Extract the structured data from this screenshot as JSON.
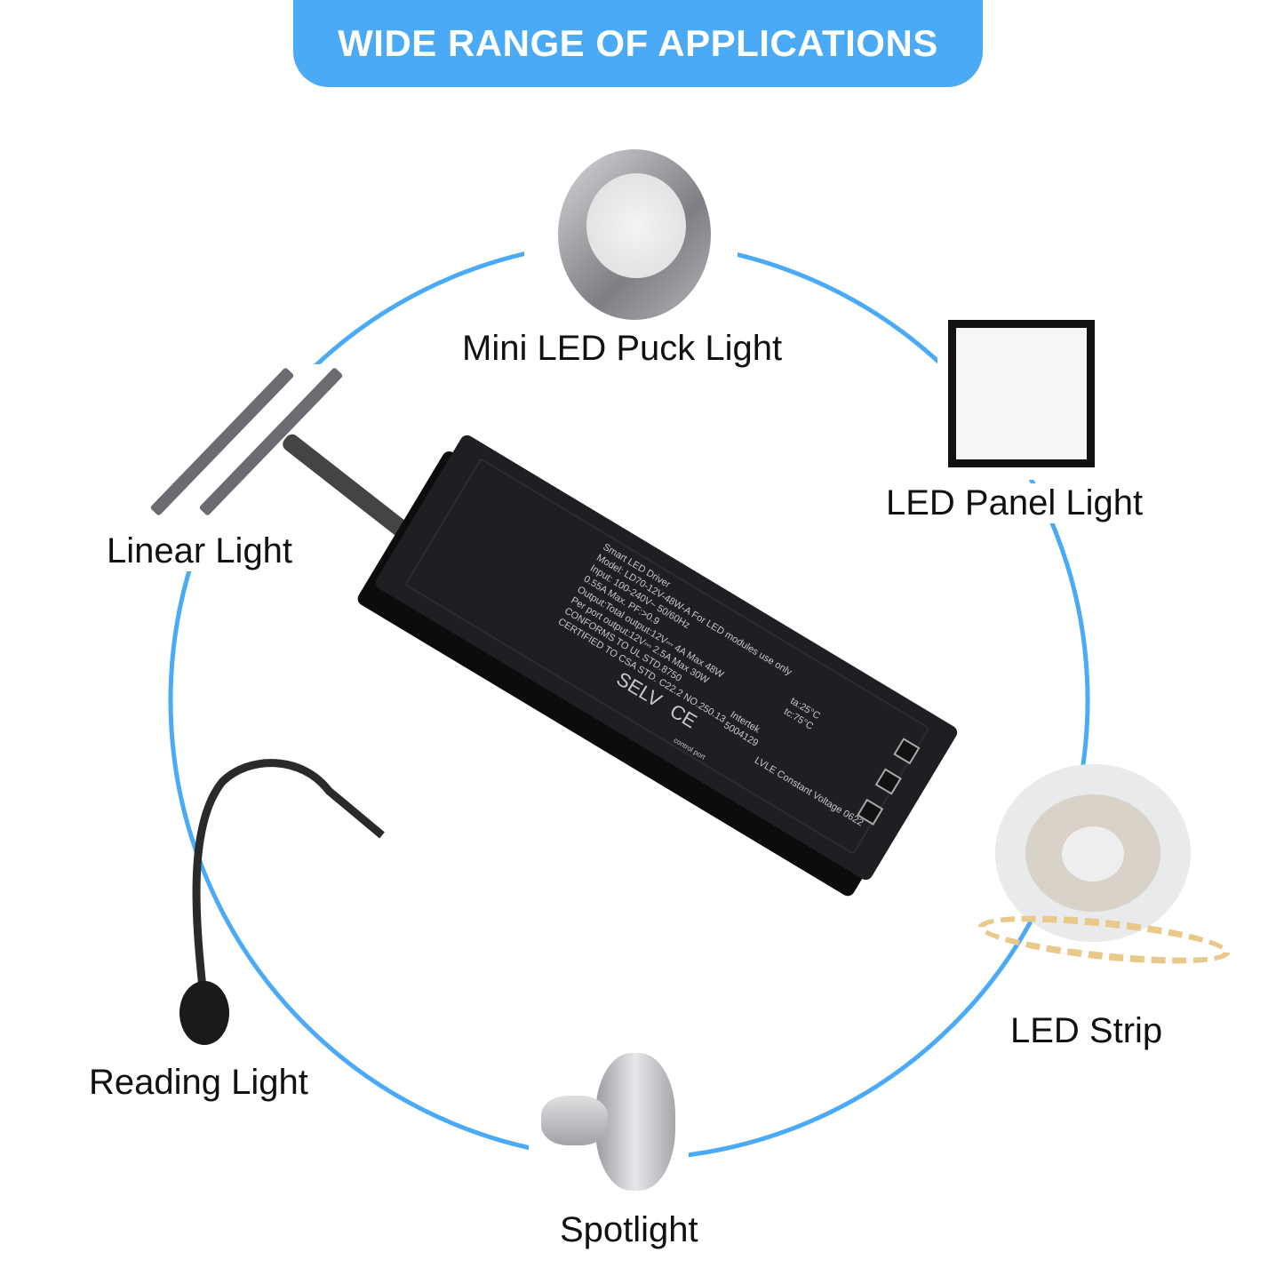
{
  "header": {
    "title": "WIDE RANGE OF APPLICATIONS"
  },
  "colors": {
    "accent": "#4aaaf6"
  },
  "applications": [
    {
      "label": "Mini LED Puck Light",
      "icon": "puck-light-icon"
    },
    {
      "label": "LED Panel Light",
      "icon": "panel-light-icon"
    },
    {
      "label": "Linear Light",
      "icon": "linear-light-icon"
    },
    {
      "label": "LED Strip",
      "icon": "led-strip-icon"
    },
    {
      "label": "Reading Light",
      "icon": "reading-light-icon"
    },
    {
      "label": "Spotlight",
      "icon": "spotlight-icon"
    }
  ],
  "driver_label": {
    "lines": [
      "Smart LED Driver",
      "Model: LD70-12V-48W-A  For LED modules use only",
      "Input: 100-240V~  50/60Hz",
      "0.55A Max.  PF:>0.9",
      "Output:Total output:12V⎓ 4A  Max 48W",
      "Per port output:12V⎓ 2.5A  Max 30W",
      "CONFORMS TO UL STD.8750",
      "CERTIFIED TO CSA STD. C22.2 NO.250.13"
    ],
    "temps": [
      "ta:25°C",
      "tc:75°C"
    ],
    "selv": "SELV",
    "ce": "CE",
    "intertek": "Intertek 5004129",
    "lvle": "LVLE",
    "cv": "Constant Voltage",
    "code": "0622",
    "control_port": "control port"
  }
}
